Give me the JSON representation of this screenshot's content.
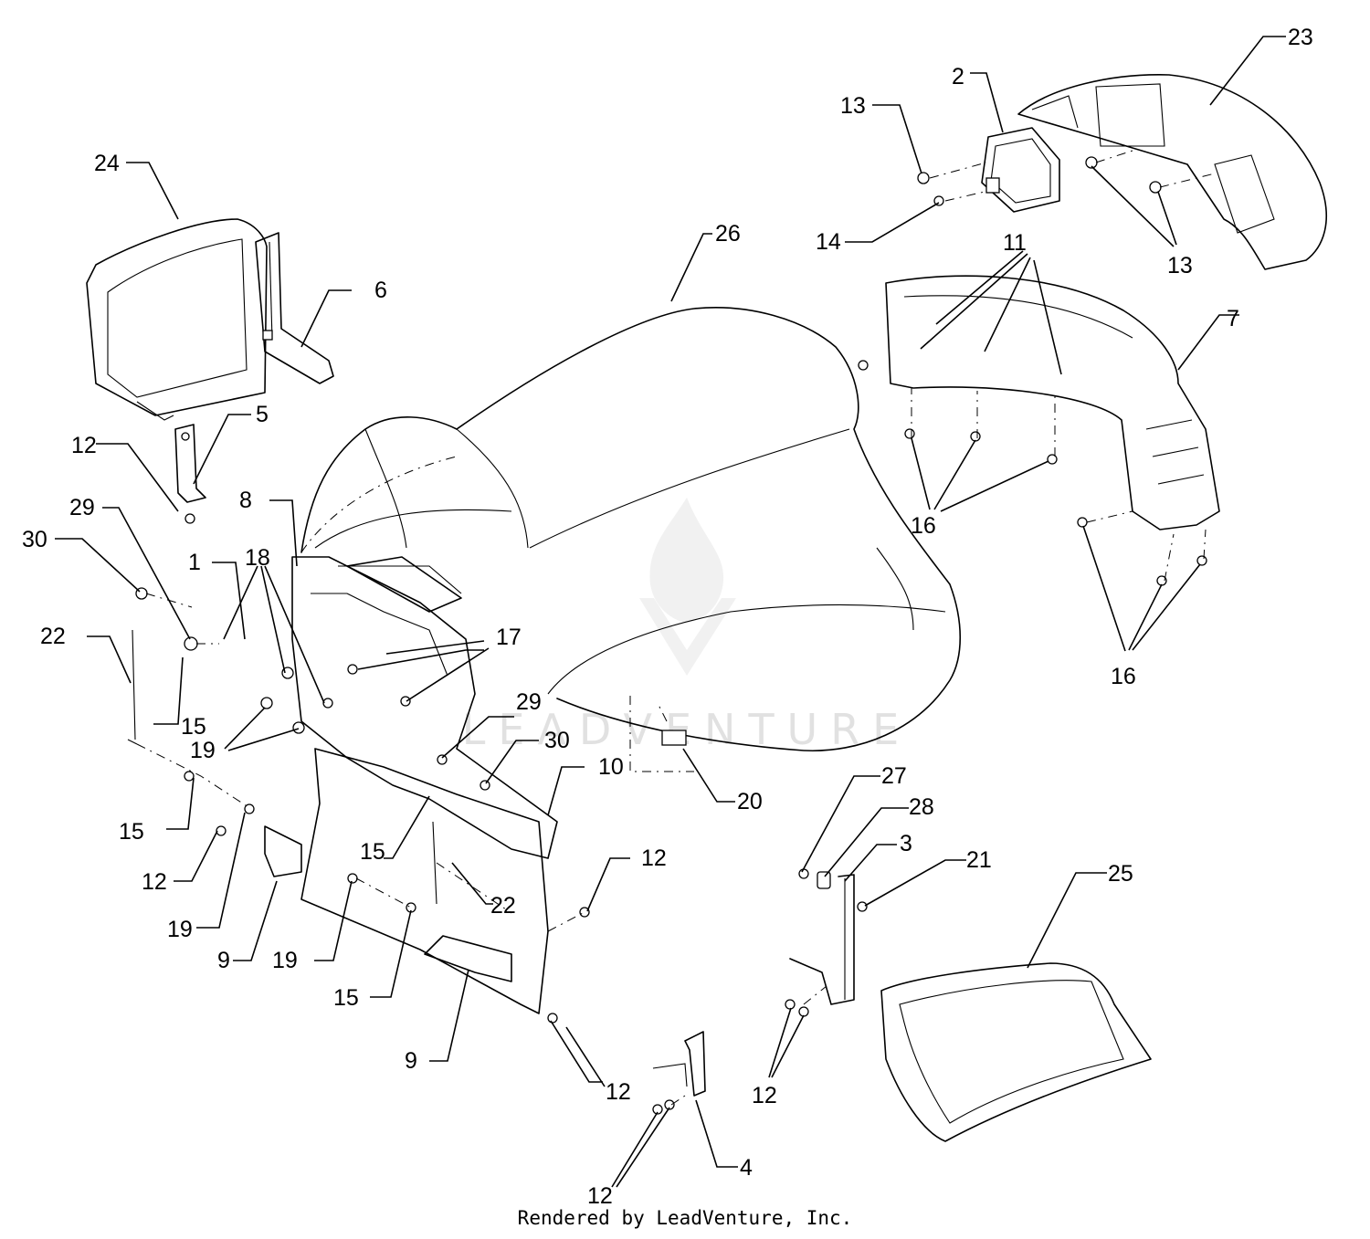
{
  "callouts": [
    {
      "id": "c1",
      "text": "1"
    },
    {
      "id": "c2",
      "text": "2"
    },
    {
      "id": "c3",
      "text": "3"
    },
    {
      "id": "c4",
      "text": "4"
    },
    {
      "id": "c5",
      "text": "5"
    },
    {
      "id": "c6",
      "text": "6"
    },
    {
      "id": "c7",
      "text": "7"
    },
    {
      "id": "c8",
      "text": "8"
    },
    {
      "id": "c9a",
      "text": "9"
    },
    {
      "id": "c9b",
      "text": "9"
    },
    {
      "id": "c10",
      "text": "10"
    },
    {
      "id": "c11",
      "text": "11"
    },
    {
      "id": "c12a",
      "text": "12"
    },
    {
      "id": "c12b",
      "text": "12"
    },
    {
      "id": "c12c",
      "text": "12"
    },
    {
      "id": "c12d",
      "text": "12"
    },
    {
      "id": "c12e",
      "text": "12"
    },
    {
      "id": "c12f",
      "text": "12"
    },
    {
      "id": "c13a",
      "text": "13"
    },
    {
      "id": "c13b",
      "text": "13"
    },
    {
      "id": "c14",
      "text": "14"
    },
    {
      "id": "c15a",
      "text": "15"
    },
    {
      "id": "c15b",
      "text": "15"
    },
    {
      "id": "c15c",
      "text": "15"
    },
    {
      "id": "c15d",
      "text": "15"
    },
    {
      "id": "c16a",
      "text": "16"
    },
    {
      "id": "c16b",
      "text": "16"
    },
    {
      "id": "c17",
      "text": "17"
    },
    {
      "id": "c18",
      "text": "18"
    },
    {
      "id": "c19a",
      "text": "19"
    },
    {
      "id": "c19b",
      "text": "19"
    },
    {
      "id": "c19c",
      "text": "19"
    },
    {
      "id": "c20",
      "text": "20"
    },
    {
      "id": "c21",
      "text": "21"
    },
    {
      "id": "c22a",
      "text": "22"
    },
    {
      "id": "c22b",
      "text": "22"
    },
    {
      "id": "c23",
      "text": "23"
    },
    {
      "id": "c24",
      "text": "24"
    },
    {
      "id": "c25",
      "text": "25"
    },
    {
      "id": "c26",
      "text": "26"
    },
    {
      "id": "c27",
      "text": "27"
    },
    {
      "id": "c28",
      "text": "28"
    },
    {
      "id": "c29a",
      "text": "29"
    },
    {
      "id": "c29b",
      "text": "29"
    },
    {
      "id": "c30a",
      "text": "30"
    },
    {
      "id": "c30b",
      "text": "30"
    }
  ],
  "watermark": {
    "text": "LEADVENTURE",
    "icon": "leadventure-flame-logo",
    "color": "#c9c9c9"
  },
  "footer": {
    "credit": "Rendered by LeadVenture, Inc."
  }
}
